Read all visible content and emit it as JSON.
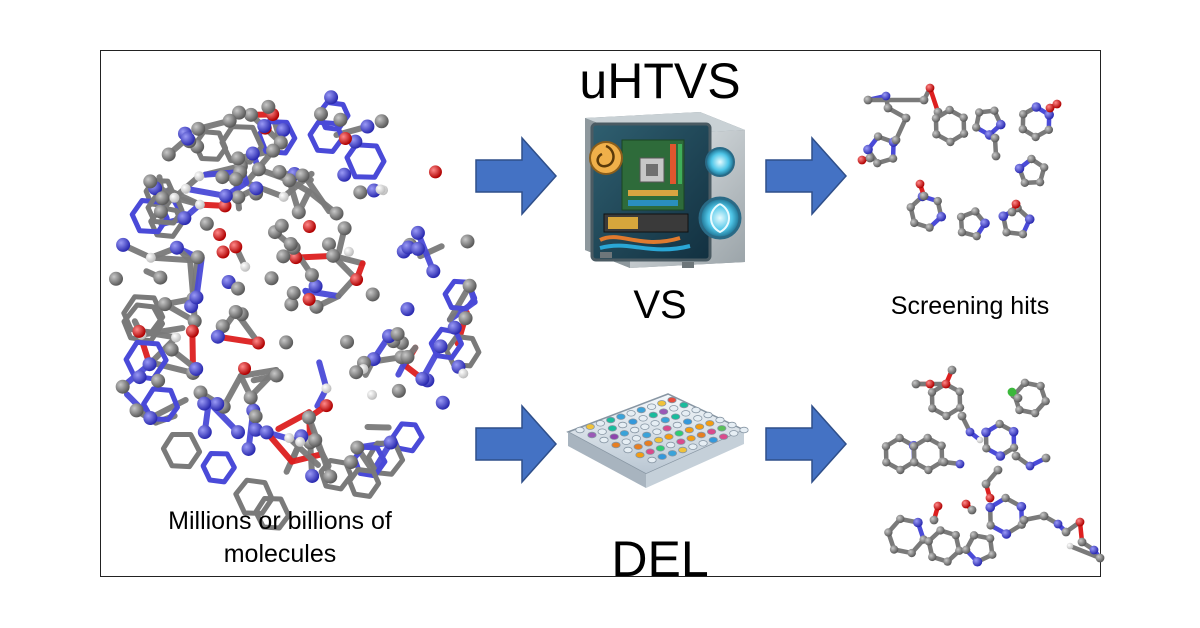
{
  "labels": {
    "top_method": "uHTVS",
    "versus": "VS",
    "hits": "Screening hits",
    "bottom_method": "DEL",
    "caption": "Millions or billions of molecules"
  },
  "colors": {
    "arrow_fill": "#4472c4",
    "arrow_stroke": "#2f4f8a",
    "carbon": "#7a7a7a",
    "nitrogen": "#4a4ad8",
    "oxygen": "#dd1f1f",
    "hydrogen": "#f2f2f2",
    "chlorine": "#3cb83c"
  },
  "icons": {
    "library": "protein-molecule-cluster-icon",
    "computer": "computer-tower-icon",
    "plate": "well-plate-icon",
    "hits_top": "screening-hit-molecules-icon",
    "hits_bottom": "del-hit-molecules-icon"
  }
}
